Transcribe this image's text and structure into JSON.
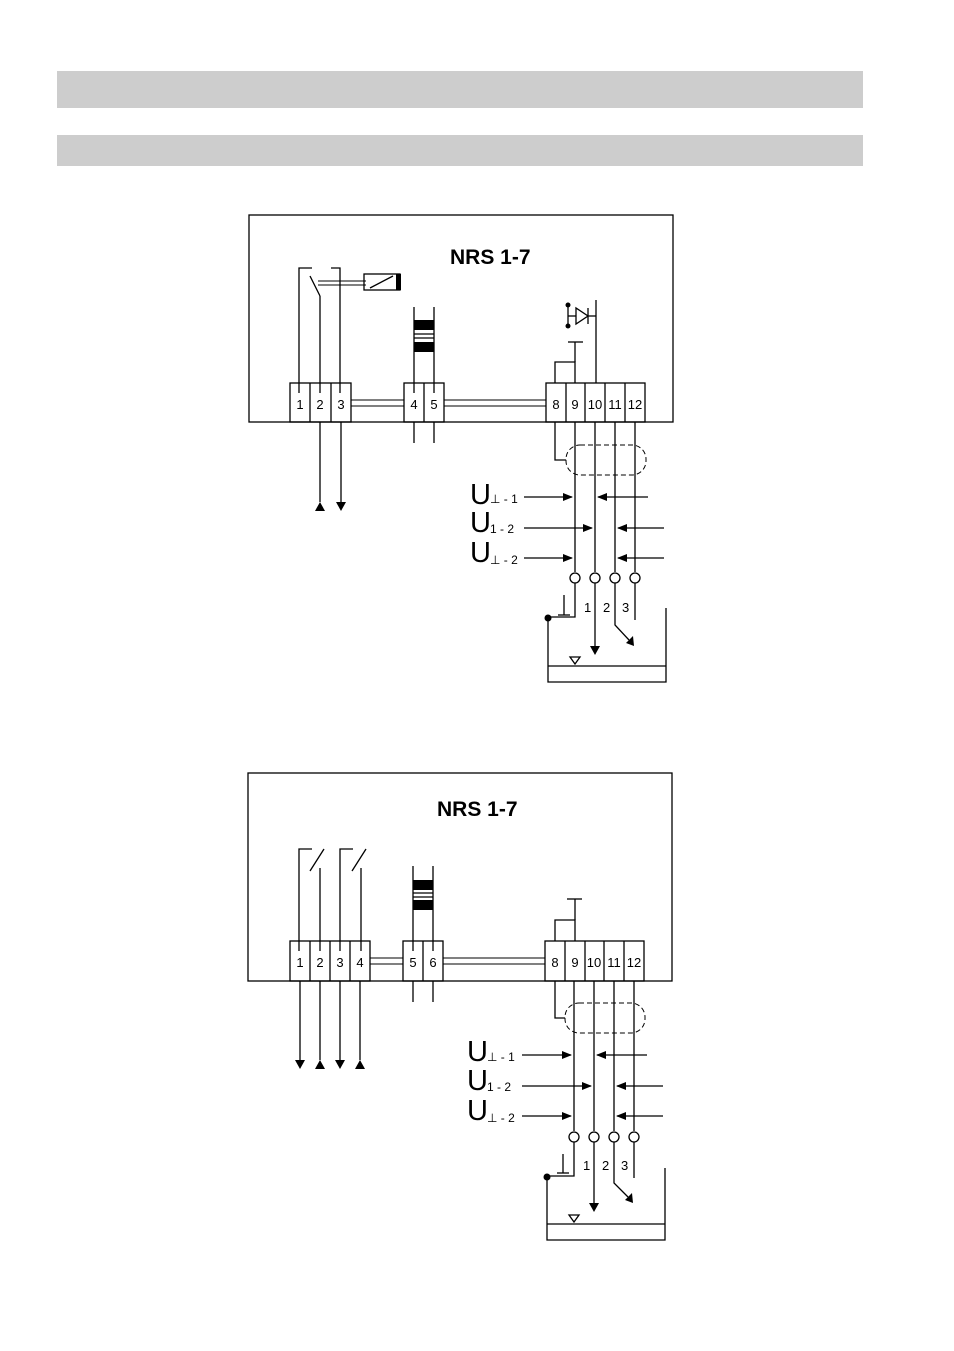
{
  "header_bands": [
    {
      "text": ""
    },
    {
      "text": ""
    }
  ],
  "diagram_top": {
    "title": "NRS 1-7",
    "terminals": [
      "1",
      "2",
      "3",
      "4",
      "5",
      "8",
      "9",
      "10",
      "11",
      "12"
    ],
    "voltages": [
      {
        "main": "U",
        "sub": "⊥ - 1"
      },
      {
        "main": "U",
        "sub": "1 - 2"
      },
      {
        "main": "U",
        "sub": "⊥ - 2"
      }
    ],
    "electrode_labels": [
      "⊥",
      "1",
      "2",
      "3"
    ]
  },
  "diagram_bottom": {
    "title": "NRS 1-7",
    "terminals": [
      "1",
      "2",
      "3",
      "4",
      "5",
      "6",
      "8",
      "9",
      "10",
      "11",
      "12"
    ],
    "voltages": [
      {
        "main": "U",
        "sub": "⊥ - 1"
      },
      {
        "main": "U",
        "sub": "1 - 2"
      },
      {
        "main": "U",
        "sub": "⊥ - 2"
      }
    ],
    "electrode_labels": [
      "⊥",
      "1",
      "2",
      "3"
    ]
  }
}
